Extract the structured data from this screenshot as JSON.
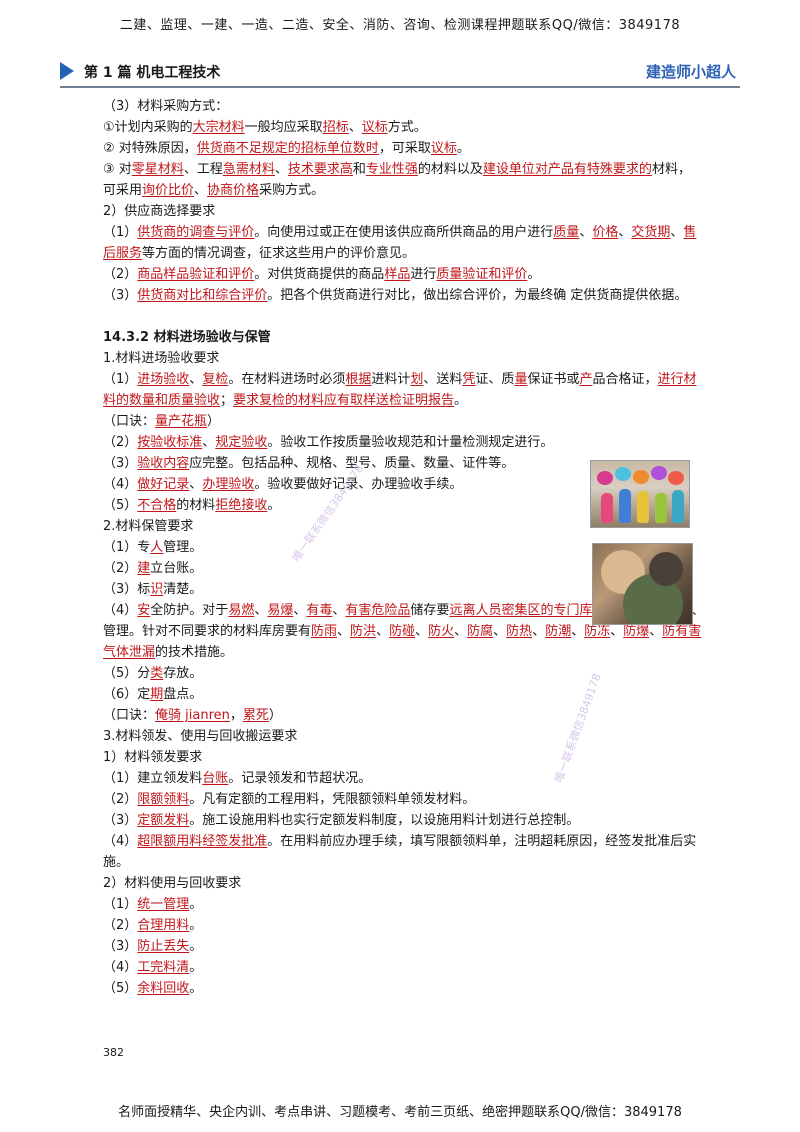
{
  "top_banner": "二建、监理、一建、一造、二造、安全、消防、咨询、检测课程押题联系QQ/微信：3849178",
  "header": {
    "title": "第 1 篇  机电工程技术",
    "brand": "建造师小超人"
  },
  "watermarks": [
    "唯一联系微信3849178",
    "唯一联系微信3849178"
  ],
  "lines": [
    {
      "segs": [
        {
          "t": "（3）材料采购方式："
        }
      ]
    },
    {
      "segs": [
        {
          "t": "①计划内采购的"
        },
        {
          "t": "大宗材料",
          "u": true
        },
        {
          "t": "一般均应采取"
        },
        {
          "t": "招标",
          "u": true
        },
        {
          "t": "、"
        },
        {
          "t": "议标",
          "u": true
        },
        {
          "t": "方式。"
        }
      ]
    },
    {
      "segs": [
        {
          "t": "②  对特殊原因，"
        },
        {
          "t": "供货商不足规定的招标单位数时",
          "u": true
        },
        {
          "t": "，可采取"
        },
        {
          "t": "议标",
          "u": true
        },
        {
          "t": "。"
        }
      ]
    },
    {
      "segs": [
        {
          "t": "③  对"
        },
        {
          "t": "零星材料",
          "u": true
        },
        {
          "t": "、工程"
        },
        {
          "t": "急需材料",
          "u": true
        },
        {
          "t": "、"
        },
        {
          "t": "技术要求高",
          "u": true
        },
        {
          "t": "和"
        },
        {
          "t": "专业性强",
          "u": true
        },
        {
          "t": "的材料以及"
        },
        {
          "t": "建设单位对产品有特殊要求的",
          "u": true
        },
        {
          "t": "材料，可采用"
        },
        {
          "t": "询价比价",
          "u": true
        },
        {
          "t": "、"
        },
        {
          "t": "协商价格",
          "u": true
        },
        {
          "t": "采购方式。"
        }
      ],
      "wrap": true
    },
    {
      "segs": [
        {
          "t": "2）供应商选择要求"
        }
      ]
    },
    {
      "segs": [
        {
          "t": "（1）"
        },
        {
          "t": "供货商的调查与评价",
          "u": true
        },
        {
          "t": "。向使用过或正在使用该供应商所供商品的用户进行"
        },
        {
          "t": "质量",
          "u": true
        },
        {
          "t": "、"
        },
        {
          "t": "价格",
          "u": true
        },
        {
          "t": "、"
        },
        {
          "t": "交货期",
          "u": true
        },
        {
          "t": "、"
        },
        {
          "t": "售后服务",
          "u": true
        },
        {
          "t": "等方面的情况调查，征求这些用户的评价意见。"
        }
      ],
      "wrap": true
    },
    {
      "segs": [
        {
          "t": "（2）"
        },
        {
          "t": "商品样品验证和评价",
          "u": true
        },
        {
          "t": "。对供货商提供的商品"
        },
        {
          "t": "样品",
          "u": true
        },
        {
          "t": "进行"
        },
        {
          "t": "质量验证和评价",
          "u": true
        },
        {
          "t": "。"
        }
      ]
    },
    {
      "segs": [
        {
          "t": "（3）"
        },
        {
          "t": "供货商对比和综合评价",
          "u": true
        },
        {
          "t": "。把各个供货商进行对比，做出综合评价，为最终确  定供货商提供依据。"
        }
      ],
      "wrap": true
    },
    {
      "gap": true
    },
    {
      "segs": [
        {
          "t": "14.3.2      材料进场验收与保管"
        }
      ],
      "title": true
    },
    {
      "segs": [
        {
          "t": "1.材料进场验收要求"
        }
      ]
    },
    {
      "segs": [
        {
          "t": "（1）"
        },
        {
          "t": "进场验收",
          "u": true
        },
        {
          "t": "、"
        },
        {
          "t": "复检",
          "u": true
        },
        {
          "t": "。在材料进场时必须"
        },
        {
          "t": "根据",
          "u": true
        },
        {
          "t": "进料计"
        },
        {
          "t": "划",
          "u": true
        },
        {
          "t": "、送料"
        },
        {
          "t": "凭",
          "u": true
        },
        {
          "t": "证、质"
        },
        {
          "t": "量",
          "u": true
        },
        {
          "t": "保证书或"
        },
        {
          "t": "产",
          "u": true
        },
        {
          "t": "品合格证，"
        },
        {
          "t": "进行材料的数量和质量验收",
          "u": true
        },
        {
          "t": "；"
        },
        {
          "t": "要求复检的材料应有取样送检证明报告",
          "u": true
        },
        {
          "t": "。"
        }
      ],
      "wrap": true
    },
    {
      "segs": [
        {
          "t": "（口诀："
        },
        {
          "t": "量产花瓶",
          "u": true
        },
        {
          "t": "）"
        }
      ]
    },
    {
      "segs": [
        {
          "t": "（2）"
        },
        {
          "t": "按验收标准",
          "u": true
        },
        {
          "t": "、"
        },
        {
          "t": "规定验收",
          "u": true
        },
        {
          "t": "。验收工作按质量验收规范和计量检测规定进行。"
        }
      ]
    },
    {
      "segs": [
        {
          "t": "（3）"
        },
        {
          "t": "验收内容",
          "u": true
        },
        {
          "t": "应完整。包括品种、规格、型号、质量、数量、证件等。"
        }
      ]
    },
    {
      "segs": [
        {
          "t": "（4）"
        },
        {
          "t": "做好记录",
          "u": true
        },
        {
          "t": "、"
        },
        {
          "t": "办理验收",
          "u": true
        },
        {
          "t": "。验收要做好记录、办理验收手续。"
        }
      ]
    },
    {
      "segs": [
        {
          "t": "（5）"
        },
        {
          "t": "不合格",
          "u": true
        },
        {
          "t": "的材料"
        },
        {
          "t": "拒绝接收",
          "u": true
        },
        {
          "t": "。"
        }
      ]
    },
    {
      "segs": [
        {
          "t": "2.材料保管要求"
        }
      ]
    },
    {
      "segs": [
        {
          "t": "（1）专"
        },
        {
          "t": "人",
          "u": true
        },
        {
          "t": "管理。"
        }
      ]
    },
    {
      "segs": [
        {
          "t": "（2）"
        },
        {
          "t": "建",
          "u": true
        },
        {
          "t": "立台账。"
        }
      ]
    },
    {
      "segs": [
        {
          "t": "（3）标"
        },
        {
          "t": "识",
          "u": true
        },
        {
          "t": "清楚。"
        }
      ]
    },
    {
      "segs": [
        {
          "t": "（4）"
        },
        {
          "t": "安",
          "u": true
        },
        {
          "t": "全防护。对于"
        },
        {
          "t": "易燃",
          "u": true
        },
        {
          "t": "、"
        },
        {
          "t": "易爆",
          "u": true
        },
        {
          "t": "、"
        },
        {
          "t": "有毒",
          "u": true
        },
        {
          "t": "、"
        },
        {
          "t": "有害危险品",
          "u": true
        },
        {
          "t": "储存要"
        },
        {
          "t": "远离人员密集区的专门库房存放",
          "u": true
        },
        {
          "t": "，并设专人管理。针对不同要求的材料库房要有"
        },
        {
          "t": "防雨",
          "u": true
        },
        {
          "t": "、"
        },
        {
          "t": "防洪",
          "u": true
        },
        {
          "t": "、"
        },
        {
          "t": "防碰",
          "u": true
        },
        {
          "t": "、"
        },
        {
          "t": "防火",
          "u": true
        },
        {
          "t": "、"
        },
        {
          "t": "防腐",
          "u": true
        },
        {
          "t": "、"
        },
        {
          "t": "防热",
          "u": true
        },
        {
          "t": "、"
        },
        {
          "t": "防潮",
          "u": true
        },
        {
          "t": "、"
        },
        {
          "t": "防冻",
          "u": true
        },
        {
          "t": "、"
        },
        {
          "t": "防爆",
          "u": true
        },
        {
          "t": "、"
        },
        {
          "t": "防有害气体泄漏",
          "u": true
        },
        {
          "t": "的技术措施。"
        }
      ],
      "wrap": true
    },
    {
      "segs": [
        {
          "t": "（5）分"
        },
        {
          "t": "类",
          "u": true
        },
        {
          "t": "存放。"
        }
      ]
    },
    {
      "segs": [
        {
          "t": "（6）定"
        },
        {
          "t": "期",
          "u": true
        },
        {
          "t": "盘点。"
        }
      ]
    },
    {
      "segs": [
        {
          "t": "（口诀："
        },
        {
          "t": "俺骑 jianren",
          "u": true
        },
        {
          "t": "，"
        },
        {
          "t": "累死",
          "u": true
        },
        {
          "t": "）"
        }
      ]
    },
    {
      "segs": [
        {
          "t": "3.材料领发、使用与回收搬运要求"
        }
      ]
    },
    {
      "segs": [
        {
          "t": "1）材料领发要求"
        }
      ]
    },
    {
      "segs": [
        {
          "t": "（1）建立领发料"
        },
        {
          "t": "台账",
          "u": true
        },
        {
          "t": "。记录领发和节超状况。"
        }
      ]
    },
    {
      "segs": [
        {
          "t": "（2）"
        },
        {
          "t": "限额领料",
          "u": true
        },
        {
          "t": "。凡有定额的工程用料，凭限额领料单领发材料。"
        }
      ]
    },
    {
      "segs": [
        {
          "t": "（3）"
        },
        {
          "t": "定额发料",
          "u": true
        },
        {
          "t": "。施工设施用料也实行定额发料制度，以设施用料计划进行总控制。"
        }
      ]
    },
    {
      "segs": [
        {
          "t": "（4）"
        },
        {
          "t": "超限额用料经签发批准",
          "u": true
        },
        {
          "t": "。在用料前应办理手续，填写限额领料单，注明超耗原因，经签发批准后实施。"
        }
      ],
      "wrap": true
    },
    {
      "segs": [
        {
          "t": "2）材料使用与回收要求"
        }
      ]
    },
    {
      "segs": [
        {
          "t": "（1）"
        },
        {
          "t": "统一管理",
          "u": true
        },
        {
          "t": "。"
        }
      ]
    },
    {
      "segs": [
        {
          "t": "（2）"
        },
        {
          "t": "合理用料",
          "u": true
        },
        {
          "t": "。"
        }
      ]
    },
    {
      "segs": [
        {
          "t": "（3）"
        },
        {
          "t": "防止丢失",
          "u": true
        },
        {
          "t": "。"
        }
      ]
    },
    {
      "segs": [
        {
          "t": "（4）"
        },
        {
          "t": "工完料清",
          "u": true
        },
        {
          "t": "。"
        }
      ]
    },
    {
      "segs": [
        {
          "t": "（5）"
        },
        {
          "t": "余料回收",
          "u": true
        },
        {
          "t": "。"
        }
      ]
    }
  ],
  "page_number": "382",
  "bottom_banner": "名师面授精华、央企内训、考点串讲、习题模考、考前三页纸、绝密押题联系QQ/微信：3849178"
}
